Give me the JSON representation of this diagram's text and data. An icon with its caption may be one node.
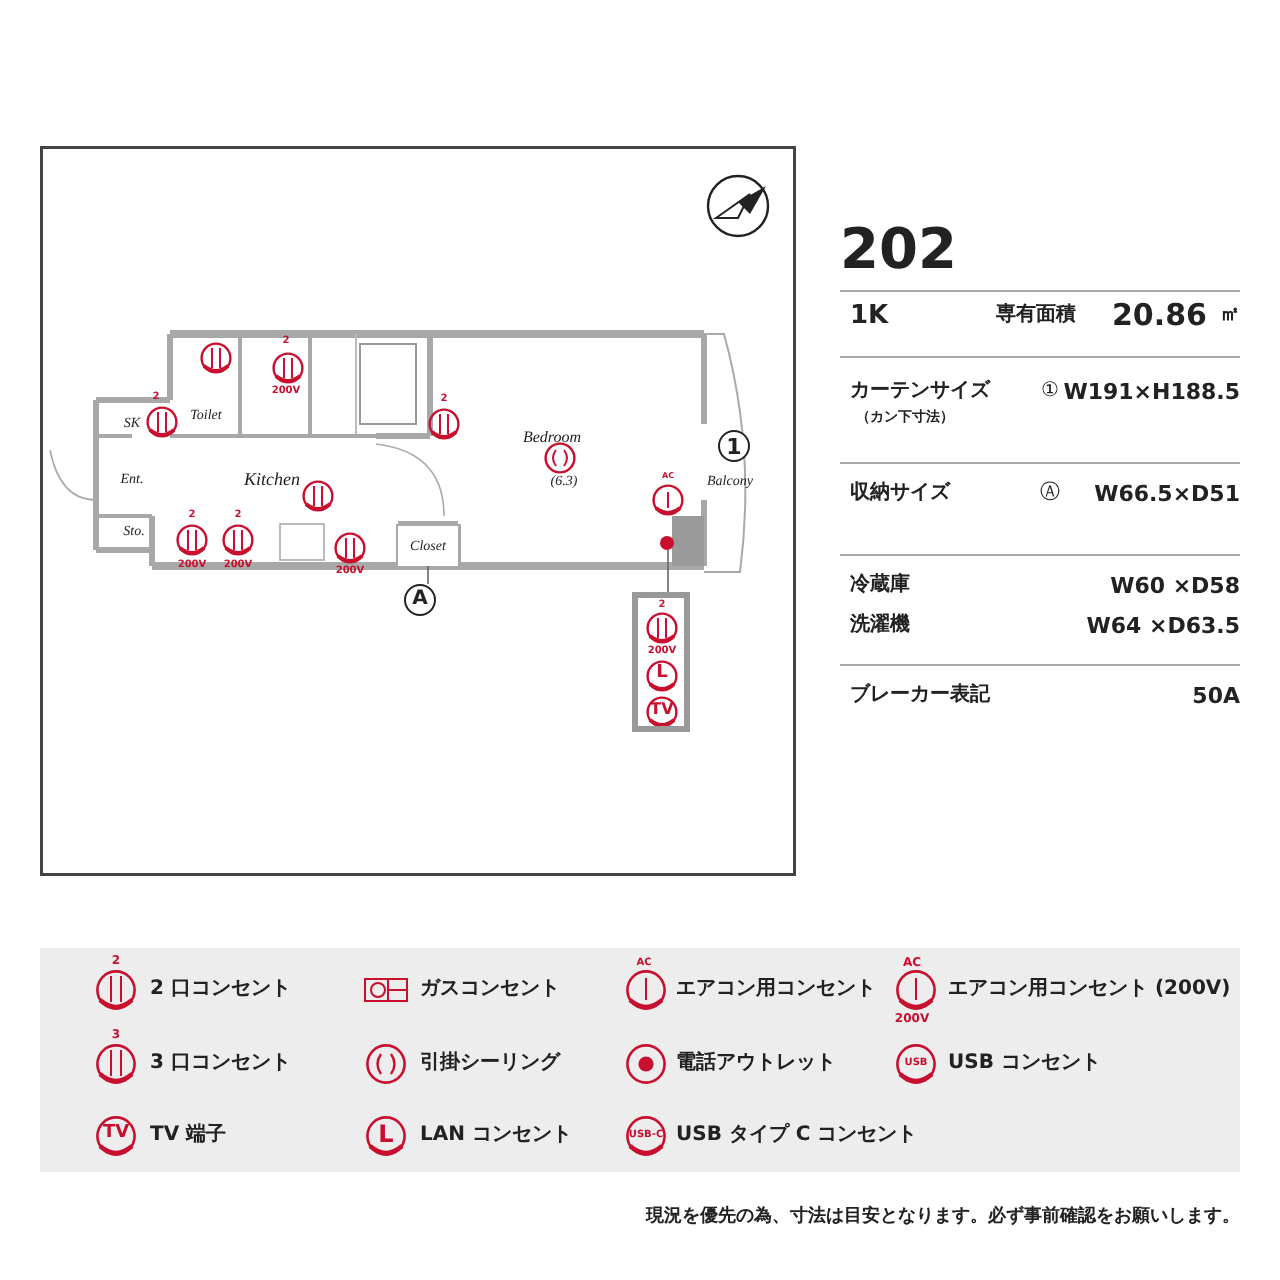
{
  "diagram": {
    "caption": "現況を優先の為、寸法は目安となります。必ず事前確認をお願いします。",
    "nodes": [
      {
        "text": [
          "Closet"
        ]
      },
      {
        "text": [
          "A"
        ]
      },
      {
        "text": [
          "1"
        ]
      },
      {
        "text": [],
        "shape": "circle"
      },
      {
        "text": [],
        "shape": "box"
      }
    ],
    "edges": [
      {
        "from": 0,
        "to": 1,
        "arrow": "none"
      },
      {
        "from": 3,
        "to": 4,
        "arrow": "none"
      }
    ],
    "labels": [
      "Toilet",
      "SK",
      "Ent.",
      "Sto.",
      "Kitchen",
      "Bedroom",
      "(6.3)",
      "Balcony",
      "2",
      "200V",
      "2",
      "2",
      "2",
      "200V",
      "2",
      "200V",
      "200V",
      "AC",
      "2",
      "200V",
      "L",
      "TV",
      "202",
      "1K",
      "専有面積",
      "20.86",
      "㎡",
      "カーテンサイズ",
      "（カン下寸法）",
      "①",
      "W191×H188.5",
      "収納サイズ",
      "Ⓐ",
      "W66.5×D51",
      "冷蔵庫",
      "W60 ×D58",
      "洗濯機",
      "W64 ×D63.5",
      "ブレーカー表記",
      "50A",
      "2",
      "AC",
      "AC",
      "200V",
      "3",
      "USB",
      "TV",
      "L",
      "USB-C"
    ],
    "legend": [
      {
        "text": "2 口コンセント"
      },
      {
        "text": "ガスコンセント"
      },
      {
        "text": "エアコン用コンセント"
      },
      {
        "text": "エアコン用コンセント (200V)"
      },
      {
        "text": "3 口コンセント"
      },
      {
        "text": "引掛シーリング"
      },
      {
        "text": "電話アウトレット"
      },
      {
        "text": "USB コンセント"
      },
      {
        "text": "TV 端子"
      },
      {
        "text": "LAN コンセント"
      },
      {
        "text": "USB タイプ C コンセント"
      }
    ]
  }
}
